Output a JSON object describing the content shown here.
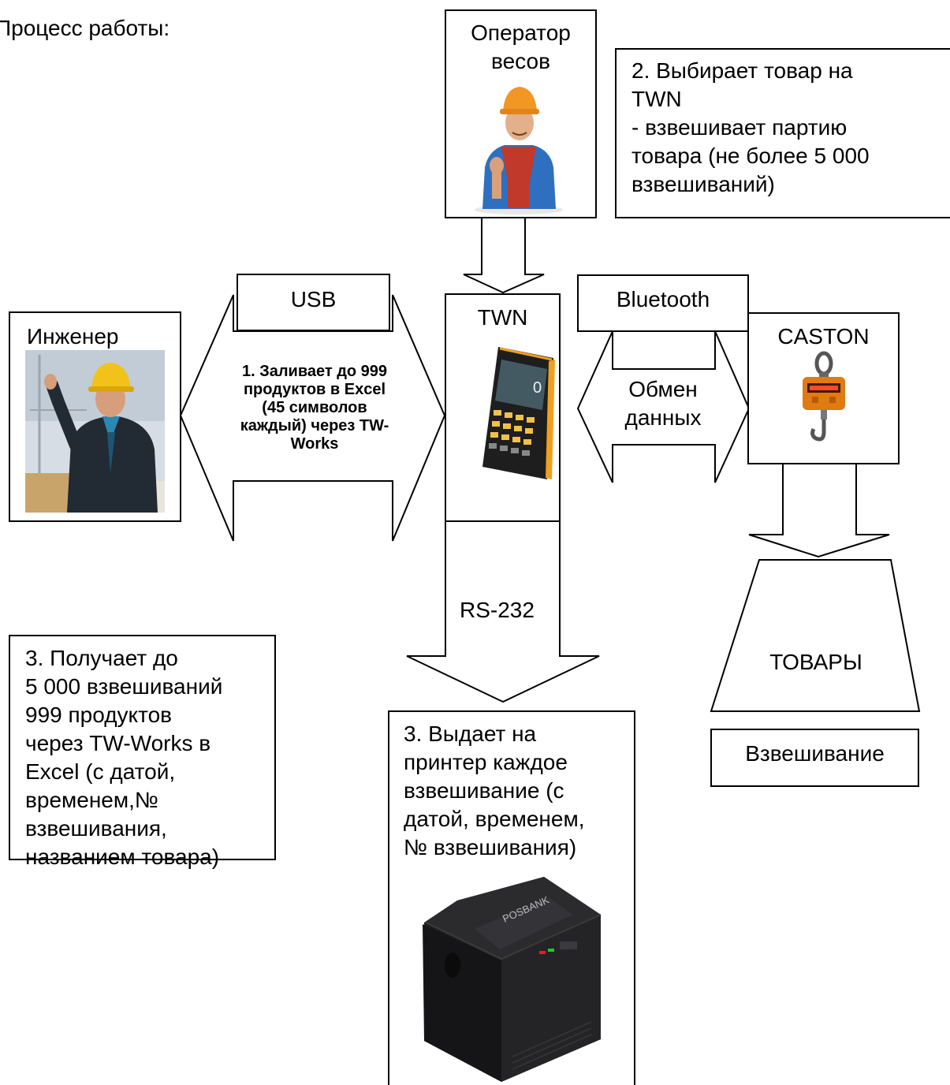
{
  "heading": "Процесс работы:",
  "operator": {
    "label": "Оператор\nвесов",
    "icon": "worker-hardhat-thumbs-up-photo"
  },
  "step2": "2. Выбирает товар на\nTWN\n- взвешивает партию\nтовара (не более 5 000\nвзвешиваний)",
  "engineer": {
    "label": "Инженер",
    "icon": "engineer-hardhat-photo"
  },
  "usb": "USB",
  "step1": "1. Заливает до 999\nпродуктов в Excel\n(45 символов\nкаждый) через TW-\nWorks",
  "twn": {
    "label": "TWN",
    "icon": "handheld-indicator-device"
  },
  "bluetooth": "Bluetooth",
  "exchange": "Обмен\nданных",
  "caston": {
    "label": "CASTON",
    "icon": "crane-scale-hook"
  },
  "rs232": "RS-232",
  "goods": "ТОВАРЫ",
  "weighing": "Взвешивание",
  "step3_left": "3. Получает до\n5 000 взвешиваний\n999 продуктов\nчерез TW-Works в\nExcel (с датой,\nвременем,№\nвзвешивания,\nназванием товара)",
  "step3_printer": "3. Выдает на\nпринтер каждое\nвзвешивание (с\nдатой, временем,\n№ взвешивания)",
  "printer": {
    "icon": "receipt-printer",
    "brand": "POSBANK"
  }
}
